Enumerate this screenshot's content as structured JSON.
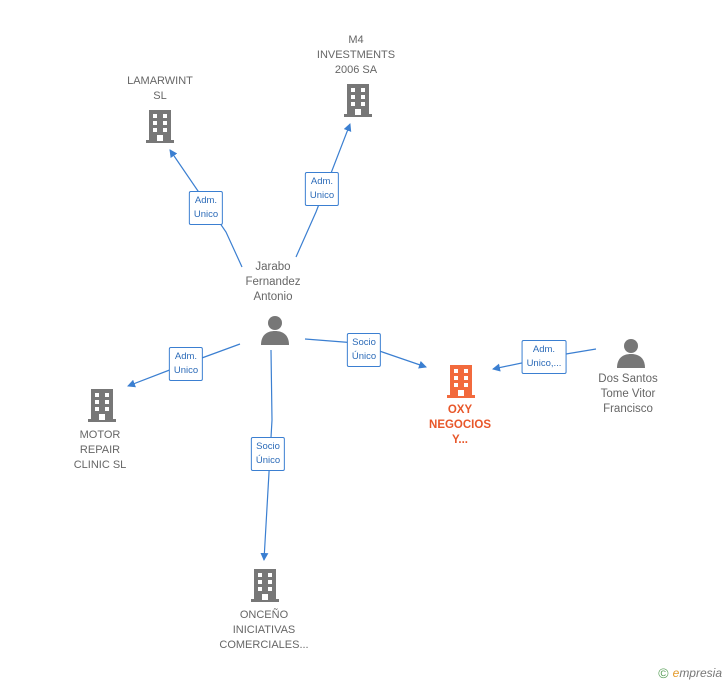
{
  "nodes": {
    "lamarwint": [
      "LAMARWINT",
      "SL"
    ],
    "m4": [
      "M4",
      "INVESTMENTS",
      "2006 SA"
    ],
    "jarabo": [
      "Jarabo",
      "Fernandez",
      "Antonio"
    ],
    "motor": [
      "MOTOR",
      "REPAIR",
      "CLINIC  SL"
    ],
    "oxy": [
      "OXY",
      "NEGOCIOS",
      "Y..."
    ],
    "dossantos": [
      "Dos Santos",
      "Tome Vitor",
      "Francisco"
    ],
    "onceno": [
      "ONCEÑO",
      "INICIATIVAS",
      "COMERCIALES..."
    ]
  },
  "edges": {
    "e1": [
      "Adm.",
      "Unico"
    ],
    "e2": [
      "Adm.",
      "Unico"
    ],
    "e3": [
      "Adm.",
      "Unico"
    ],
    "e4": [
      "Socio",
      "Único"
    ],
    "e5": [
      "Socio",
      "Único"
    ],
    "e6": [
      "Adm.",
      "Unico,..."
    ]
  },
  "colors": {
    "company_icon": "#777777",
    "focus_icon": "#f26a3d",
    "edge": "#3b7fd1"
  },
  "footer": {
    "copyright": "©",
    "brand_first": "e",
    "brand_rest": "mpresia"
  }
}
